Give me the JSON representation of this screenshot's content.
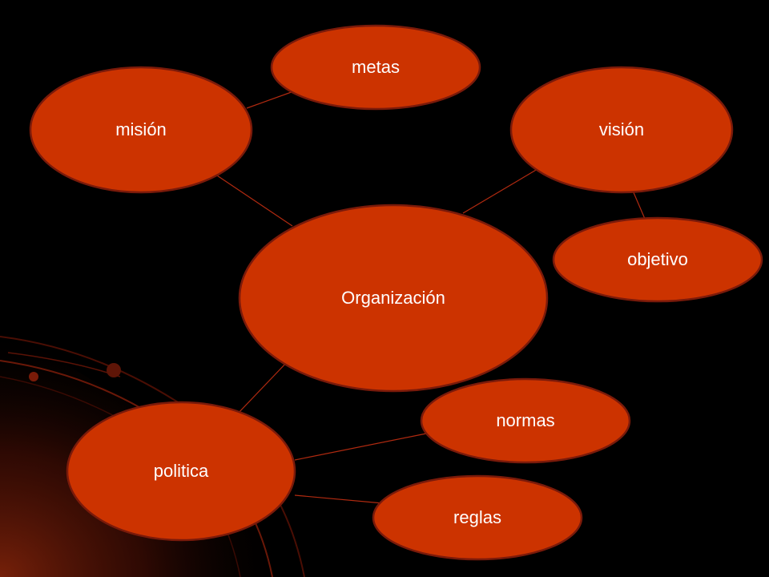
{
  "slide": {
    "background": "#000000",
    "node_fill": "#cc3300",
    "node_stroke": "#7a1a0a",
    "connector_color": "#b02a10",
    "label_color": "#ffffff"
  },
  "diagram": {
    "center": {
      "id": "organizacion",
      "label": "Organización"
    },
    "nodes": [
      {
        "id": "mision",
        "label": "misión"
      },
      {
        "id": "metas",
        "label": "metas"
      },
      {
        "id": "vision",
        "label": "visión"
      },
      {
        "id": "objetivo",
        "label": "objetivo"
      },
      {
        "id": "politica",
        "label": "politica"
      },
      {
        "id": "normas",
        "label": "normas"
      },
      {
        "id": "reglas",
        "label": "reglas"
      }
    ],
    "connections": [
      [
        "organizacion",
        "mision"
      ],
      [
        "mision",
        "metas"
      ],
      [
        "organizacion",
        "vision"
      ],
      [
        "vision",
        "objetivo"
      ],
      [
        "organizacion",
        "politica"
      ],
      [
        "politica",
        "normas"
      ],
      [
        "politica",
        "reglas"
      ]
    ]
  }
}
